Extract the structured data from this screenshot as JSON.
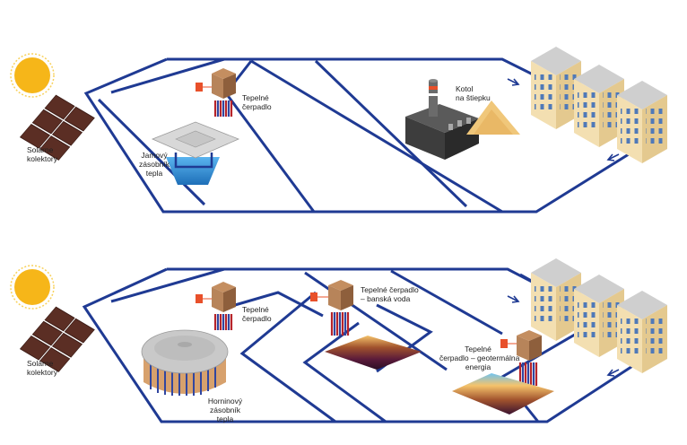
{
  "colors": {
    "pipe": "#1f3a93",
    "sun": "#f6b619",
    "sun_rays": "#f8d15a",
    "panel": "#5b2e24",
    "brick": "#b7845a",
    "building": "#f3dfb1",
    "roof": "#cfcfcf",
    "water": "#2f8fd6",
    "sand": "#f0c77a",
    "warning": "#e8502a"
  },
  "top_panel": {
    "solar_label": "Solárne\nkolektory",
    "pit_storage_label": "Jamový\nzásobník\ntepla",
    "heat_pump_label": "Tepelné\nčerpadlo",
    "boiler_label": "Kotol\nna štiepku"
  },
  "bottom_panel": {
    "solar_label": "Solárne\nkolektory",
    "heat_pump_label": "Tepelné\nčerpadlo",
    "rock_storage_label": "Horninový\nzásobník\ntepla",
    "mine_pump_label": "Tepelné čerpadlo\n– banská voda",
    "geo_pump_label": "Tepelné\nčerpadlo – geotermálna\nenergia"
  }
}
